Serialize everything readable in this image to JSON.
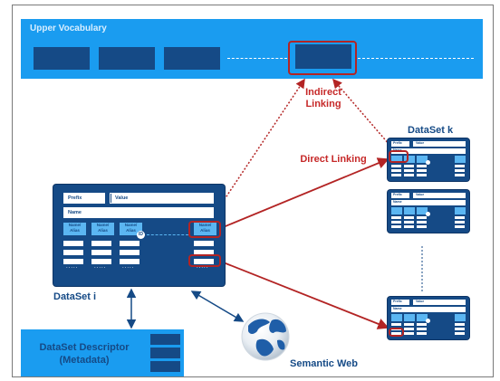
{
  "upper_vocabulary": {
    "title": "Upper Vocabulary"
  },
  "labels": {
    "indirect_linking": "Indirect\nLinking",
    "direct_linking": "Direct Linking",
    "dataset_k": "DataSet k",
    "dataset_i": "DataSet i",
    "semantic_web": "Semantic Web"
  },
  "dataset_i": {
    "prefix_label": "Prefix",
    "value_label": "Value",
    "name_label": "Name",
    "alias_label": "Name/\nAlias",
    "id_label": "ID",
    "ellipsis": "....."
  },
  "dataset_k_card": {
    "prefix_label": "Prefix",
    "value_label": "Value",
    "name_label": "Name"
  },
  "descriptor": {
    "title": "DataSet Descriptor\n(Metadata)"
  },
  "colors": {
    "light_blue": "#1a9cf0",
    "dark_blue": "#154a86",
    "red": "#b32424",
    "alias_blue": "#5bb6f2"
  },
  "icons": {
    "globe": "globe-icon"
  }
}
